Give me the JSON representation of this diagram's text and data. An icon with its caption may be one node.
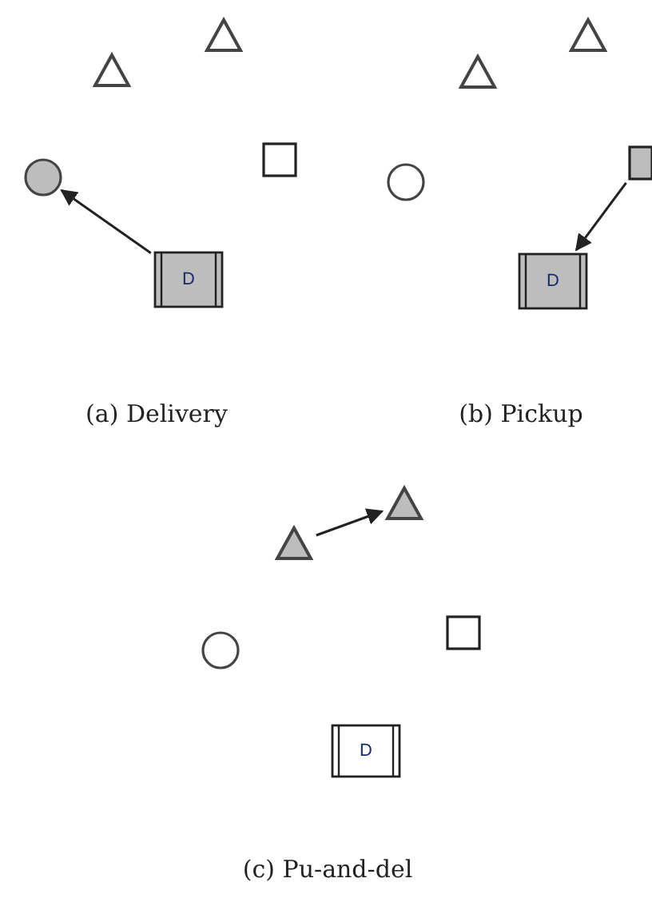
{
  "diagram": {
    "nodes": [
      {
        "text": [],
        "shape": "triangle"
      },
      {
        "text": [],
        "shape": "triangle"
      },
      {
        "text": [],
        "shape": "box"
      },
      {
        "text": [],
        "shape": "circle"
      },
      {
        "text": [
          "D"
        ]
      },
      {
        "text": [],
        "shape": "triangle"
      },
      {
        "text": [],
        "shape": "triangle"
      },
      {
        "text": [],
        "shape": "box"
      },
      {
        "text": [],
        "shape": "circle"
      },
      {
        "text": [
          "D"
        ]
      },
      {
        "text": [],
        "shape": "triangle"
      },
      {
        "text": [],
        "shape": "triangle"
      },
      {
        "text": [],
        "shape": "box"
      },
      {
        "text": [],
        "shape": "circle"
      },
      {
        "text": [
          "D"
        ]
      }
    ],
    "edges": [
      {
        "from": 4,
        "to": 3,
        "arrow": "to"
      },
      {
        "from": 7,
        "to": 9,
        "arrow": "to"
      },
      {
        "from": 11,
        "to": 10,
        "arrow": "to"
      }
    ],
    "labels": [
      "(a) Delivery",
      "(b) Pickup",
      "(c) Pu-and-del"
    ]
  }
}
